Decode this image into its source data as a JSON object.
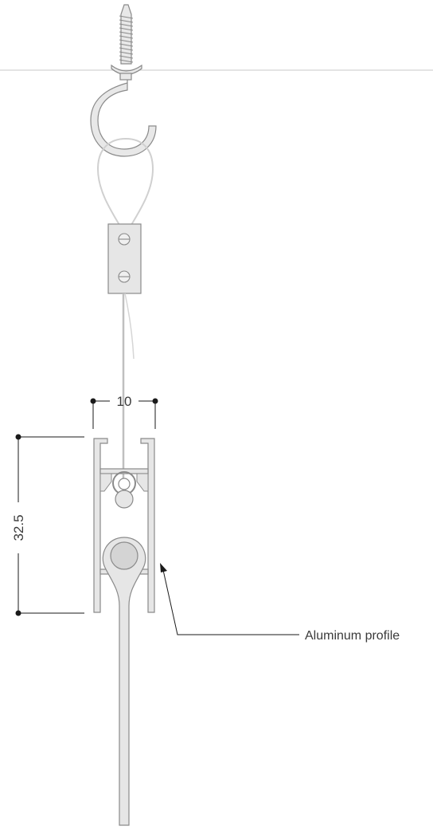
{
  "dimensions": {
    "width_label": "10",
    "height_label": "32.5"
  },
  "callouts": {
    "profile_label": "Aluminum profile"
  },
  "colors": {
    "line": "#8a8a8a",
    "fill": "#e6e6e6",
    "dim_line": "#1a1a1a",
    "text": "#3a3a3a"
  }
}
